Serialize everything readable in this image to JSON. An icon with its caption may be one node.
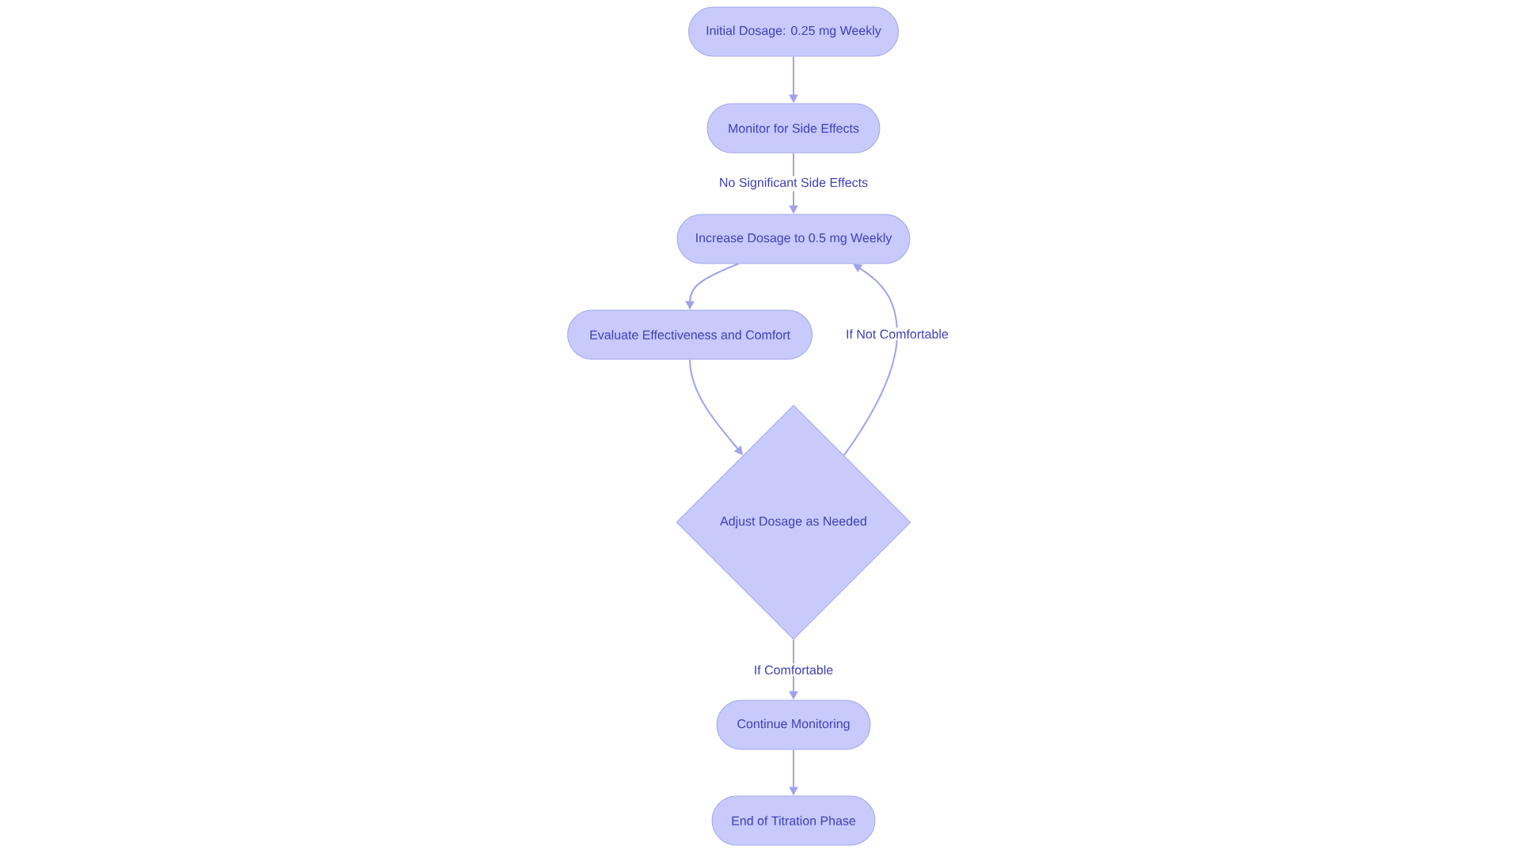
{
  "diagram": {
    "nodes": [
      {
        "text": [
          "Initial Dosage: 0.25 mg Weekly"
        ]
      },
      {
        "text": [
          "Monitor for Side Effects"
        ]
      },
      {
        "text": [
          "Increase Dosage to 0.5 mg Weekly"
        ]
      },
      {
        "text": [
          "Evaluate Effectiveness and Comfort"
        ]
      },
      {
        "text": [
          "Adjust Dosage as Needed"
        ]
      },
      {
        "text": [
          "Continue Monitoring"
        ]
      },
      {
        "text": [
          "End of Titration Phase"
        ]
      }
    ],
    "edges": [
      {
        "from": 0,
        "to": 1,
        "arrow": "to"
      },
      {
        "from": 1,
        "to": 2,
        "arrow": "to",
        "label": "No Significant Side Effects"
      },
      {
        "from": 2,
        "to": 3,
        "arrow": "to"
      },
      {
        "from": 3,
        "to": 4,
        "arrow": "to"
      },
      {
        "from": 4,
        "to": 2,
        "arrow": "to",
        "label": "If Not Comfortable"
      },
      {
        "from": 4,
        "to": 5,
        "arrow": "to",
        "label": "If Comfortable"
      },
      {
        "from": 5,
        "to": 6,
        "arrow": "to"
      }
    ]
  }
}
